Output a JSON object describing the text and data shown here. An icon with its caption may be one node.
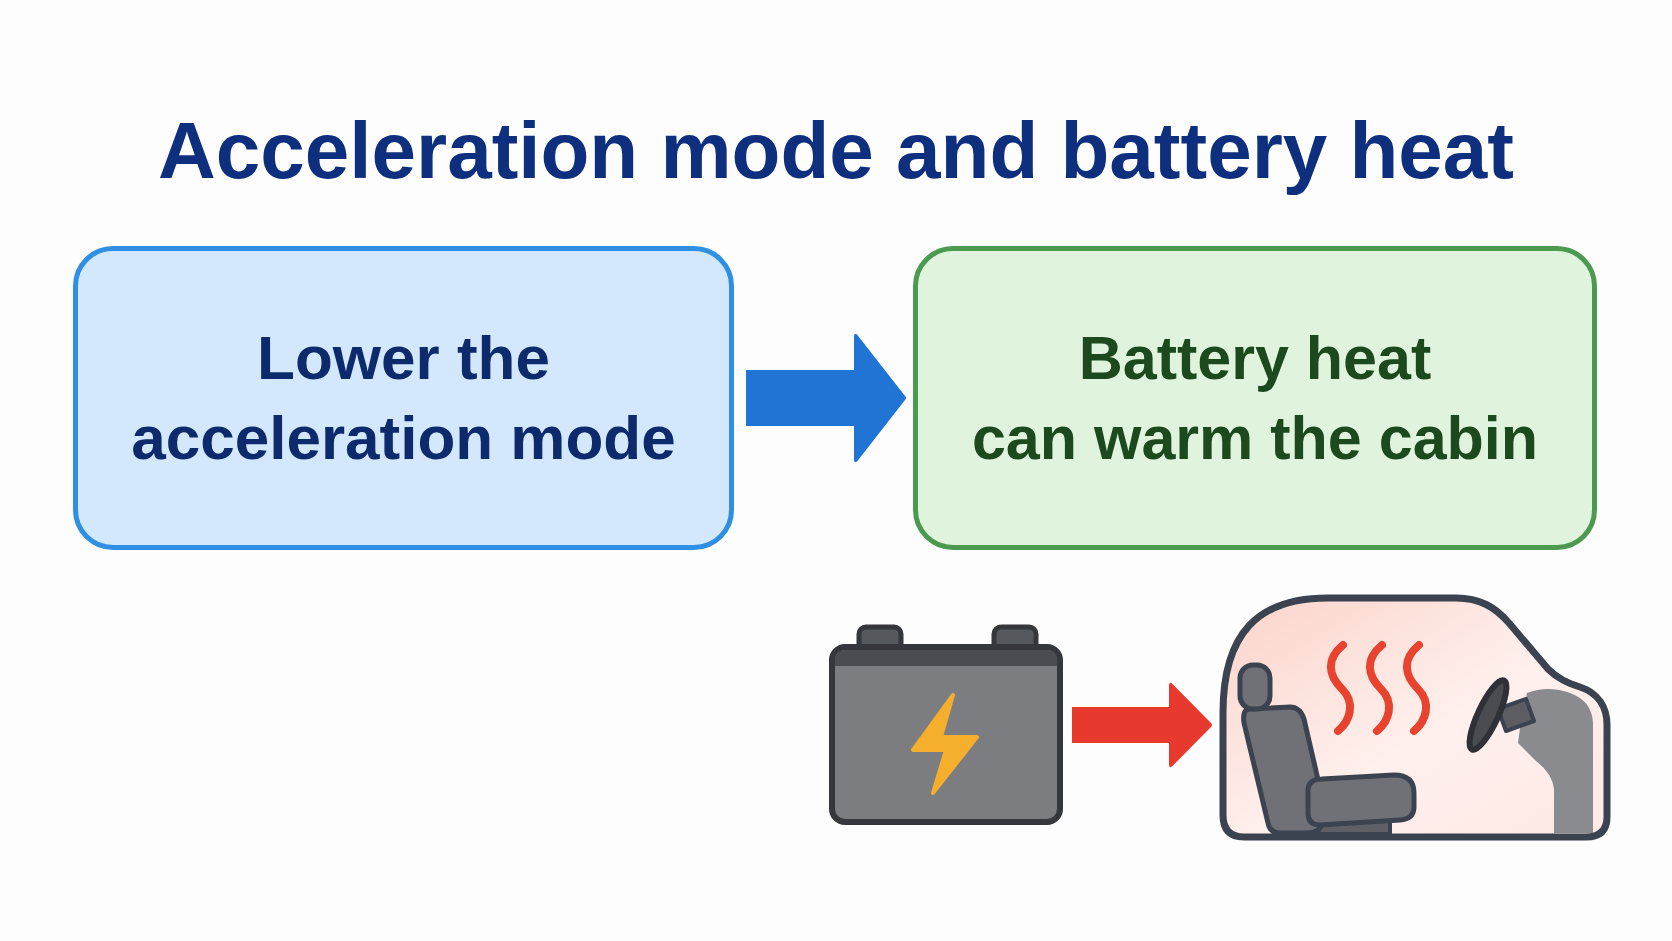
{
  "diagram": {
    "title": "Acceleration mode and battery heat",
    "nodes": [
      {
        "text": [
          "Lower the acceleration mode"
        ]
      },
      {
        "text": [
          "Battery heat can warm the cabin"
        ]
      },
      {
        "text": [],
        "shape": "picture"
      },
      {
        "text": [],
        "shape": "picture"
      }
    ],
    "edges": [
      {
        "from": 0,
        "to": 1,
        "arrow": "to",
        "color": "#1f74d4"
      },
      {
        "from": 2,
        "to": 3,
        "arrow": "to",
        "color": "#e8392f"
      }
    ]
  }
}
